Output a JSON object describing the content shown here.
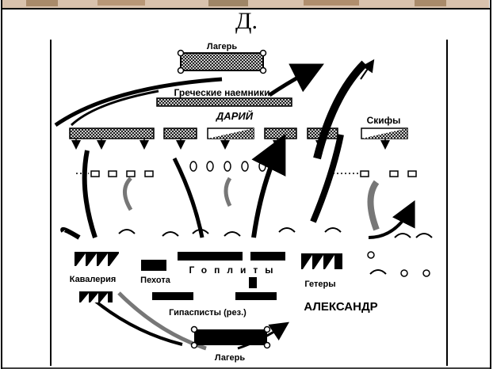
{
  "heading": "Д.",
  "labels": {
    "camp_top": "Лагерь",
    "greek_mercenaries": "Греческие наемники",
    "darius": "ДАРИЙ",
    "scythians": "Скифы",
    "cavalry": "Кавалерия",
    "infantry": "Пехота",
    "hoplites": "Гоплиты",
    "hetairoi": "Гетеры",
    "hypaspists": "Гипасписты (рез.)",
    "alexander": "АЛЕКСАНДР",
    "camp_bottom": "Лагерь"
  },
  "colors": {
    "ink": "#000000",
    "hatch_fill": "#7a7a7a",
    "border": "#000000",
    "strip": "#c9a78a"
  }
}
